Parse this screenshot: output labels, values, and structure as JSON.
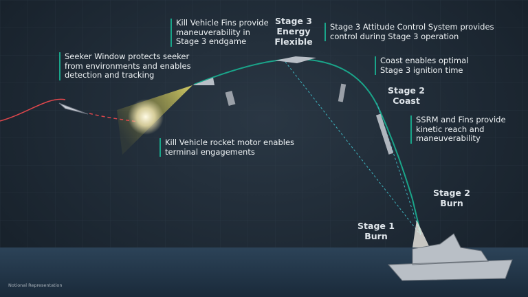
{
  "notes": {
    "kv_fins": [
      "Kill Vehicle Fins provide",
      "maneuverability in",
      "Stage 3 endgame"
    ],
    "seeker": [
      "Seeker Window protects seeker",
      "from environments and enables",
      "detection and tracking"
    ],
    "kv_motor": [
      "Kill Vehicle rocket motor enables",
      "terminal engagements"
    ],
    "acs": [
      "Stage 3 Attitude Control System provides",
      "control during Stage 3 operation"
    ],
    "coast": [
      "Coast enables optimal",
      "Stage 3 ignition time"
    ],
    "ssrm": [
      "SSRM and Fins provide",
      "kinetic reach and",
      "maneuverability"
    ]
  },
  "stages": {
    "stage3": [
      "Stage 3",
      "Energy",
      "Flexible"
    ],
    "stage2coast": [
      "Stage 2",
      "Coast"
    ],
    "stage2burn": [
      "Stage 2",
      "Burn"
    ],
    "stage1burn": [
      "Stage 1",
      "Burn"
    ]
  },
  "footer": "Notional Representation",
  "colors": {
    "trajectory": "#1aa58a",
    "threat": "#e0474c",
    "seeker_cone": "#d9d36a",
    "background": "#1d2833",
    "sea": "#23374a"
  }
}
